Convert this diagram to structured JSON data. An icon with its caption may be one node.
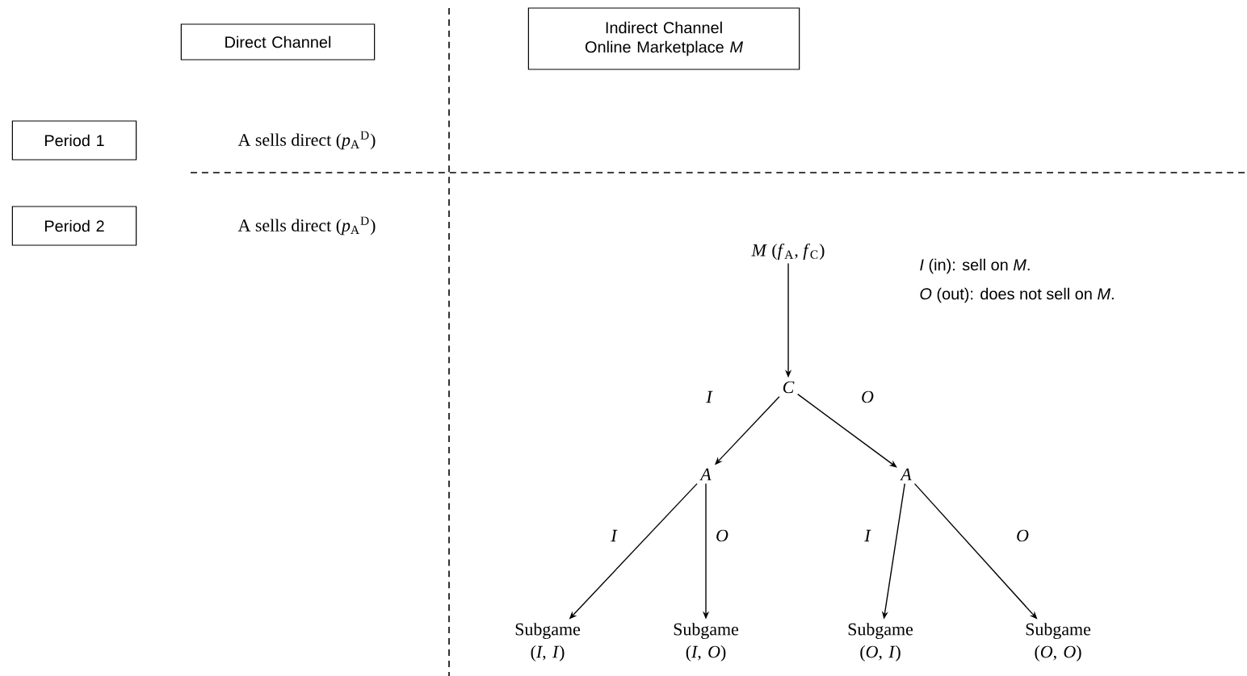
{
  "diagram": {
    "nodes": [
      {
        "text": [
          "Direct Channel"
        ]
      },
      {
        "text": [
          "Indirect Channel Online Marketplace *M*"
        ]
      },
      {
        "text": [
          "Period 1"
        ]
      },
      {
        "text": [
          "Period 2"
        ]
      },
      {
        "text": [
          "*M* (*f*$_{A}$, *f*$_{C}$)"
        ]
      },
      {
        "text": [
          "C"
        ]
      },
      {
        "text": [
          "A"
        ]
      },
      {
        "text": [
          "A"
        ]
      },
      {
        "text": [
          "Subgame (*I*, *I*)"
        ]
      },
      {
        "text": [
          "Subgame (*I*, *O*)"
        ]
      },
      {
        "text": [
          "Subgame (*O*, *I*)"
        ]
      },
      {
        "text": [
          "Subgame (*O*, *O*)"
        ]
      }
    ],
    "edges": [
      {
        "from": 4,
        "to": 5,
        "arrow": "to"
      },
      {
        "from": 5,
        "to": 6,
        "arrow": "to",
        "label": "I"
      },
      {
        "from": 5,
        "to": 7,
        "arrow": "to",
        "label": "O"
      },
      {
        "from": 6,
        "to": 8,
        "arrow": "to",
        "label": "I"
      },
      {
        "from": 6,
        "to": 9,
        "arrow": "to",
        "label": "O"
      },
      {
        "from": 7,
        "to": 10,
        "arrow": "to",
        "label": "I"
      },
      {
        "from": 7,
        "to": 11,
        "arrow": "to",
        "label": "O"
      }
    ],
    "labels": [
      "A sells direct  (*p*$_{A}$$^{D}$)",
      "A sells direct  (*p*$_{A}$$^{D}$)",
      "*I* (in): sell on *M*.",
      "*O* (out): does not sell on *M*."
    ]
  }
}
